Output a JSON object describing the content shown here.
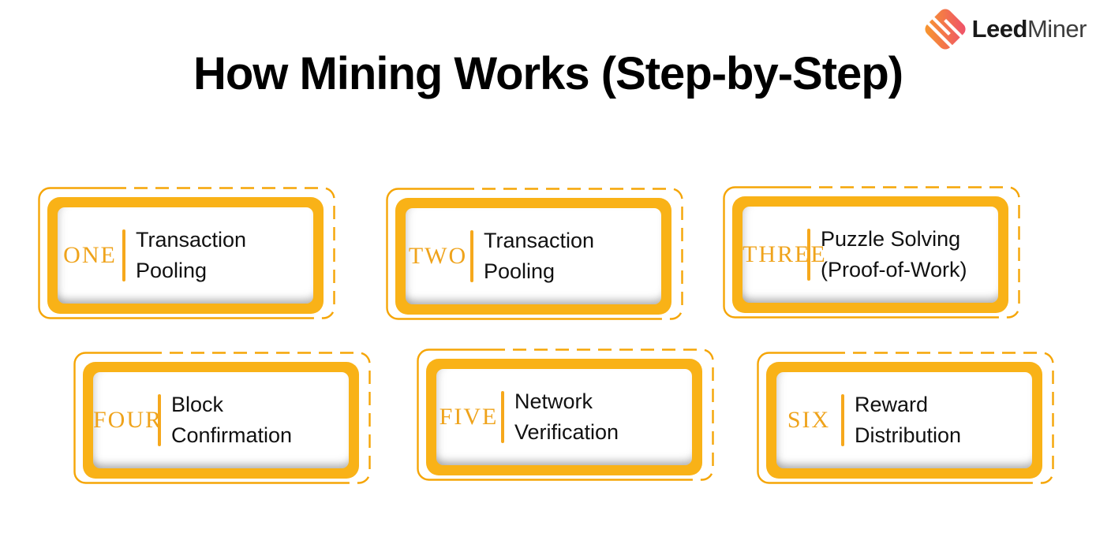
{
  "brand": {
    "name_bold": "Leed",
    "name_light": "Miner"
  },
  "title": "How Mining Works (Step-by-Step)",
  "steps": [
    {
      "number": "ONE",
      "label": "Transaction Pooling"
    },
    {
      "number": "TWO",
      "label": "Transaction Pooling"
    },
    {
      "number": "THREE",
      "label": "Puzzle Solving (Proof-of-Work)"
    },
    {
      "number": "FOUR",
      "label": "Block Confirmation"
    },
    {
      "number": "FIVE",
      "label": "Network Verification"
    },
    {
      "number": "SIX",
      "label": "Reward Distribution"
    }
  ],
  "colors": {
    "card_frame": "#F9B217",
    "dashed_outline": "#F5A506",
    "step_number": "#EFA31B",
    "label_text": "#111111",
    "title_text": "#000000",
    "logo_gradient_start": "#F89B2A",
    "logo_gradient_end": "#EE4D6E"
  },
  "icons": {
    "logo_icon": "diamond-stripes-logo"
  }
}
